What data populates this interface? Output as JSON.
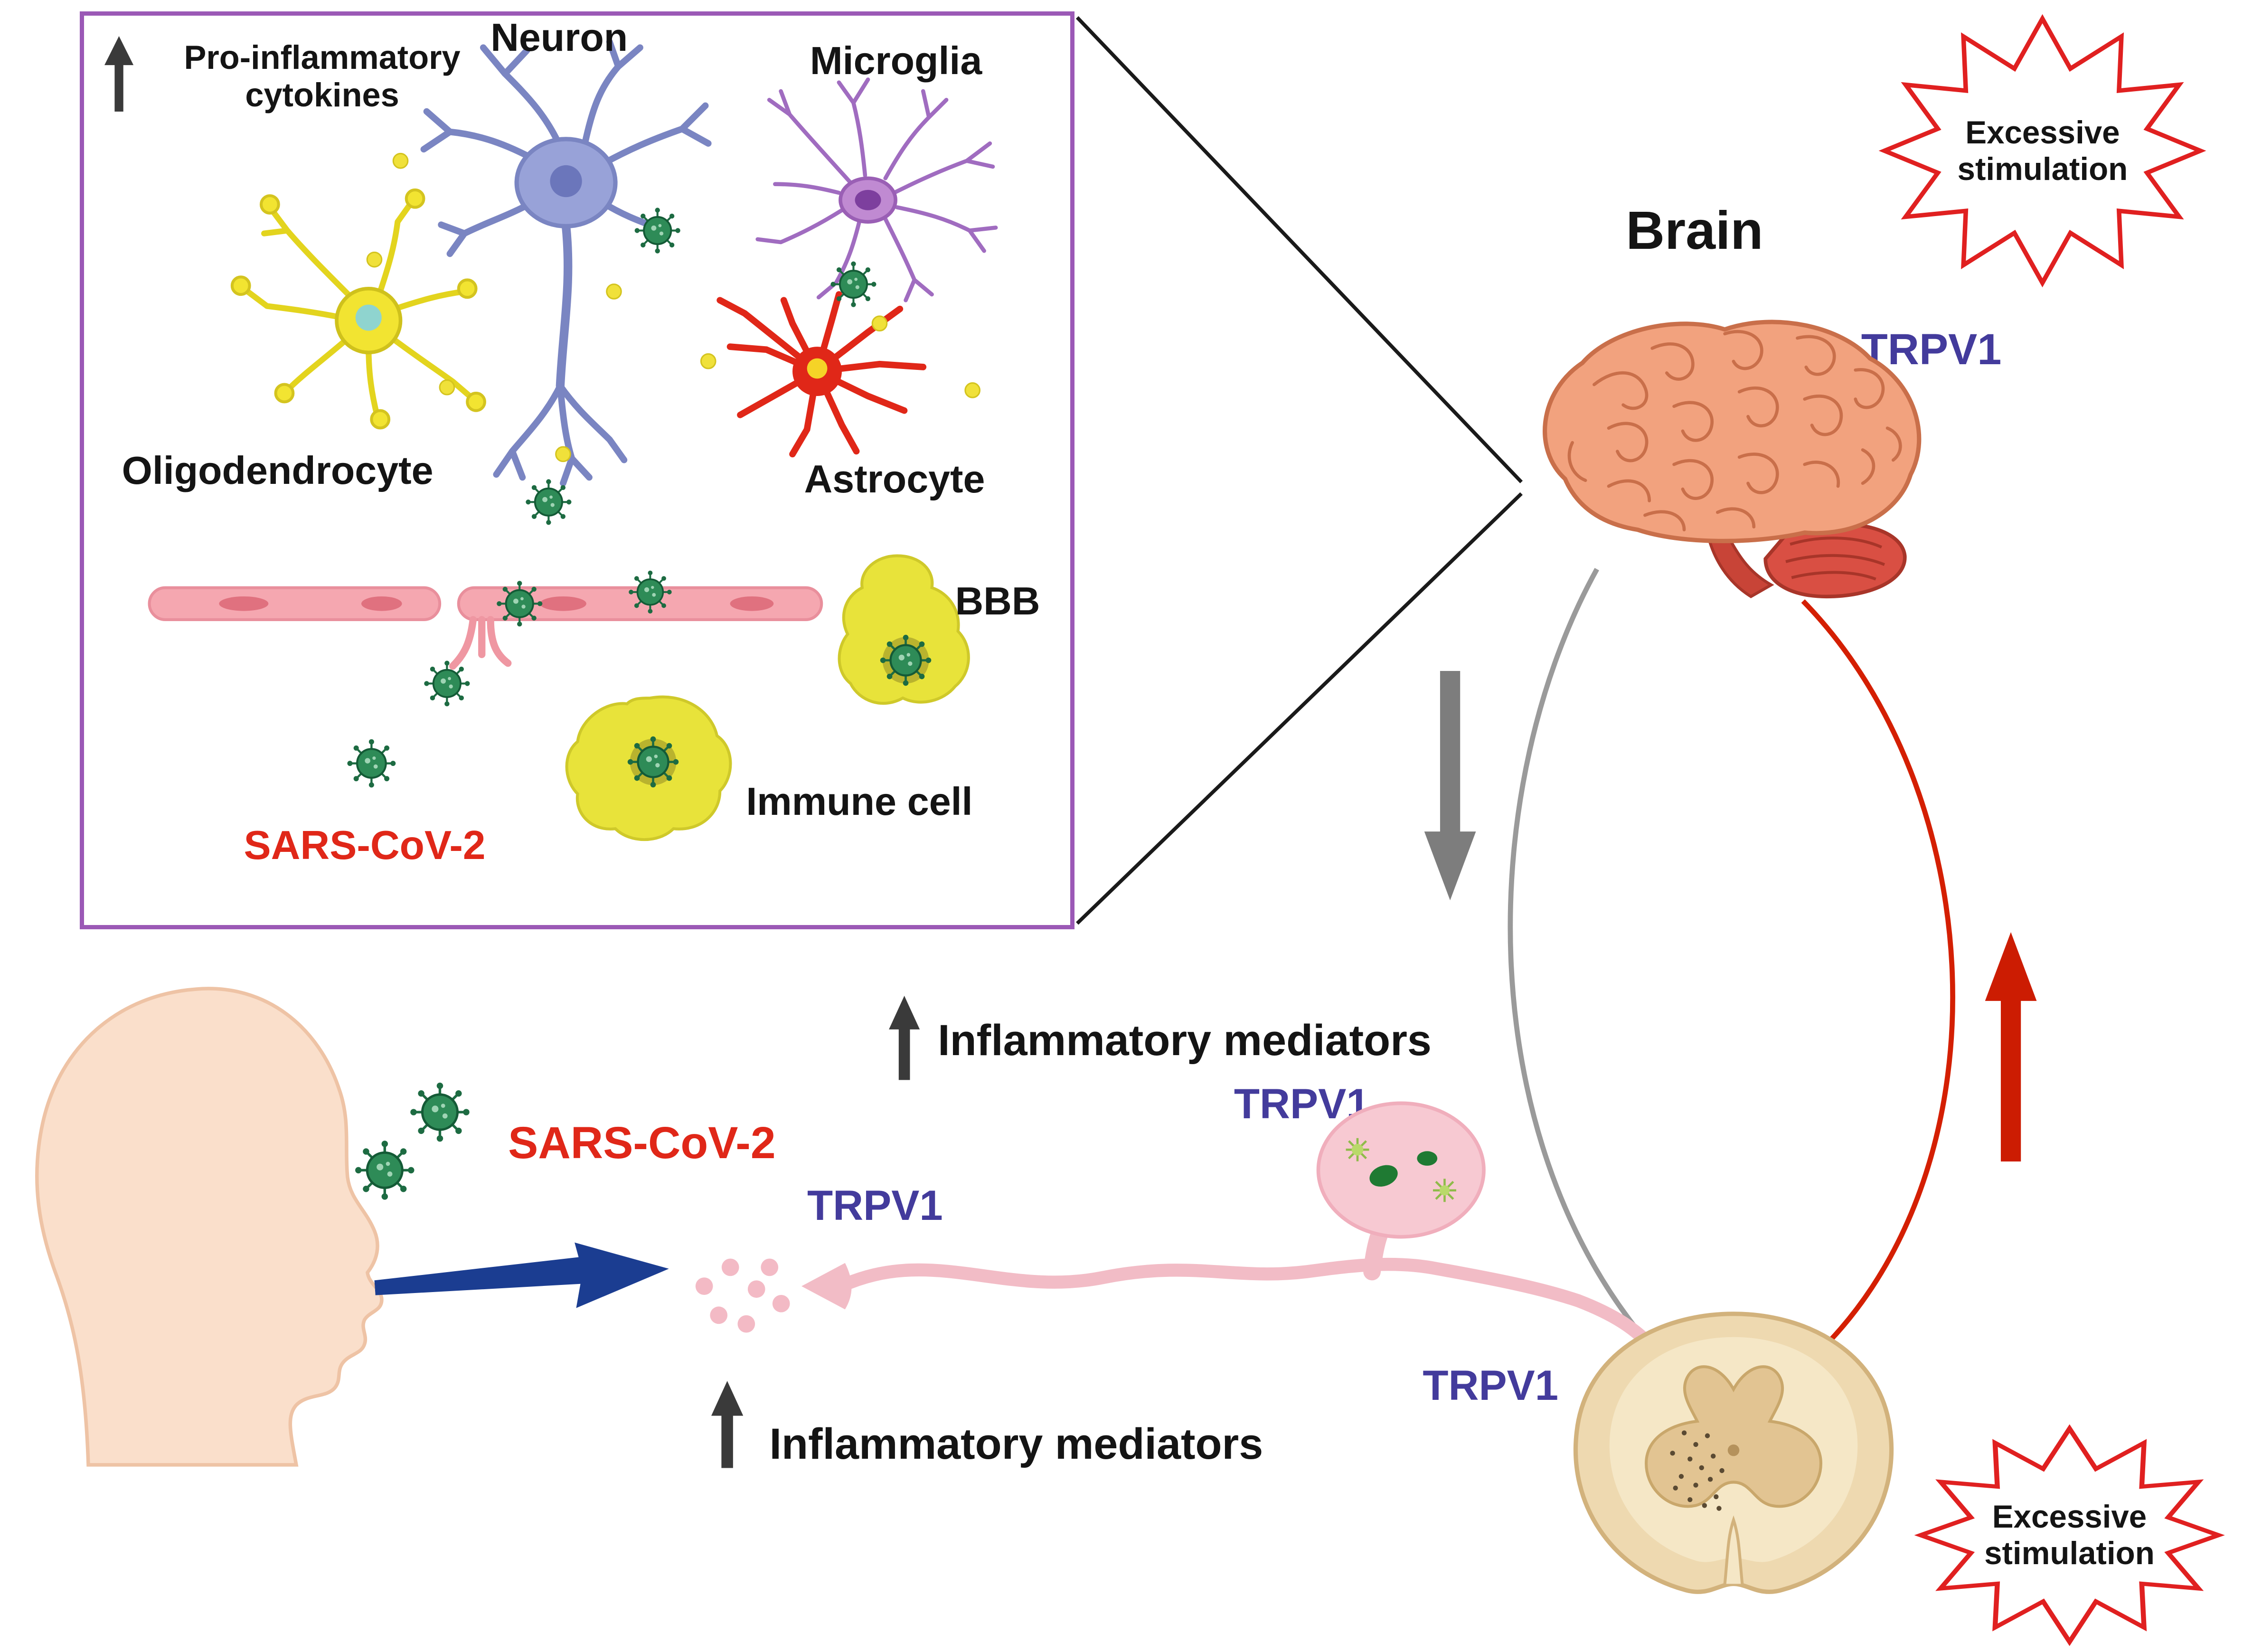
{
  "inset": {
    "pro_inflammatory_cytokines": "Pro-inflammatory cytokines",
    "neuron_label": "Neuron",
    "microglia_label": "Microglia",
    "oligodendrocyte_label": "Oligodendrocyte",
    "astrocyte_label": "Astrocyte",
    "bbb_label": "BBB",
    "immune_cell_label": "Immune cell",
    "sars_cov_2_label": "SARS-CoV-2"
  },
  "main": {
    "brain_label": "Brain",
    "trpv1_label": "TRPV1",
    "excessive_stimulation_label": "Excessive stimulation",
    "sars_cov_2_label": "SARS-CoV-2",
    "inflammatory_mediators_label": "Inflammatory mediators"
  },
  "colors": {
    "inset_border": "#9b59b6",
    "trpv1_text": "#433b9c",
    "sars_text": "#e02718",
    "starburst_red": "#e02020",
    "virus_green": "#2e8b57",
    "immune_yellow": "#e8e33a",
    "nerve_pink": "#f2bcc6",
    "brain_orange": "#f2a27e",
    "cerebellum_red": "#d94f43",
    "spinal_tan": "#eed9b0",
    "arrow_blue": "#1b3d91",
    "arrow_gray": "#7d7d7d",
    "arrow_red": "#cc1c02",
    "head_skin": "#fadfcb"
  }
}
